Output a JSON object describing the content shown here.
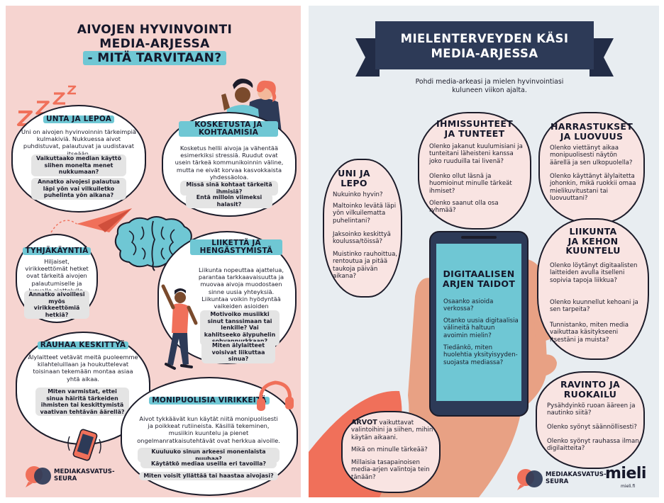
{
  "left": {
    "title": [
      "AIVOJEN HYVINVOINTI",
      "MEDIA-ARJESSA",
      "- MITÄ TARVITAAN?"
    ],
    "sections": {
      "sleep": {
        "heading": "UNTA JA LEPOA",
        "text": "Uni on aivojen hyvinvoinnin tärkeimpiä kulmakiviä. Nukkuessa aivot puhdistuvat, palautuvat ja uudistavat itseään.",
        "questions": [
          "Vaikuttaako median käyttö siihen monelta menet nukkumaan?",
          "Annatko aivojesi palautua läpi yön vai vilkuiletko puhelinta yön aikana?"
        ]
      },
      "touch": {
        "heading": "KOSKETUSTA JA KOHTAAMISIA",
        "text": "Kosketus hellii aivoja ja vähentää esimerkiksi stressiä. Ruudut ovat usein tärkeä kommunikoinnin väline, mutta ne eivät korvaa kasvokkaista yhdessäoloa.",
        "questions": [
          "Missä sinä kohtaat tärkeitä ihmisiä?",
          "Entä milloin viimeksi halasit?"
        ]
      },
      "idle": {
        "heading": "TYHJÄKÄYNTIÄ",
        "text": "Hiljaiset, virikkeettömät hetket ovat tärkeitä aivojen palautumiselle ja luovalle ajattelulle.",
        "questions": [
          "Annatko aivoillesi myös virikkeettömiä hetkiä?"
        ]
      },
      "move": {
        "heading": "LIIKETTÄ JA HENGÄSTYMISTÄ",
        "text": "Liikunta nopeuttaa ajattelua, parantaa tarkkaavaisuutta ja muovaa aivoja muodostaen sinne uusia yhteyksiä. Liikuntaa voikin hyödyntää vaikeiden asioiden opettelussa.",
        "questions": [
          "Motivoiko musiikki sinut tanssimaan tai lenkille? Vai kahlitseeko älypuhelin sohvannurkkaan?",
          "Miten älylaitteet voisivat liikuttaa sinua?"
        ]
      },
      "focus": {
        "heading": "RAUHAA KESKITTYÄ",
        "text": "Älylaitteet vetävät meitä puoleemme kilahteluillaan ja houkuttelevat toisinaan tekemään montaa asiaa yhtä aikaa.",
        "questions": [
          "Miten varmistat, ettei sinua häiritä tärkeiden ihmisten tai keskittymistä vaativan tehtävän äärellä?"
        ]
      },
      "variety": {
        "heading": "MONIPUOLISIA VIRIKKEITÄ",
        "text": "Aivot tykkäävät kun käytät niitä monipuolisesti ja poikkeat rutiineista. Käsillä tekeminen, musiikin kuuntelu ja pienet ongelmanratkaisutehtävät ovat herkkua aivoille.",
        "questions": [
          "Kuuluuko sinun arkeesi monenlaista puuhaa?",
          "Käytätkö mediaa useilla eri tavoilla?",
          "Miten voisit yllättää tai haastaa aivojasi?"
        ]
      }
    },
    "logo": [
      "MEDIAKASVATUS-",
      "SEURA"
    ]
  },
  "right": {
    "title": [
      "MIELENTERVEYDEN KÄSI",
      "MEDIA-ARJESSA"
    ],
    "intro": "Pohdi media-arkeasi ja mielen hyvinvointiasi kuluneen viikon ajalta.",
    "bubbles": {
      "sleep": {
        "heading": [
          "UNI JA",
          "LEPO"
        ],
        "questions": [
          "Nukuinko hyvin?",
          "Maltoinko levätä läpi yön vilkuilematta puhelintani?",
          "Jaksoinko keskittyä koulussa/töissä?",
          "Muistinko rauhoittua, rentoutua ja pitää taukoja päivän aikana?"
        ]
      },
      "relations": {
        "heading": [
          "IHMISSUHTEET",
          "JA TUNTEET"
        ],
        "questions": [
          "Olenko jakanut kuulumisiani ja tunteitani läheisteni kanssa joko ruuduilla tai livenä?",
          "Olenko ollut läsnä ja huomioinut minulle tärkeät ihmiset?",
          "Olenko saanut olla osa ryhmää?"
        ]
      },
      "hobbies": {
        "heading": [
          "HARRASTUKSET",
          "JA LUOVUUS"
        ],
        "questions": [
          "Olenko viettänyt aikaa monipuolisesti näytön äärellä ja sen ulkopuolella?",
          "Olenko käyttänyt älylaitetta johonkin, mikä ruokkii omaa mielikuvitustani tai luovuuttani?"
        ]
      },
      "exercise": {
        "heading": [
          "LIIKUNTA",
          "JA KEHON",
          "KUUNTELU"
        ],
        "questions": [
          "Olenko löytänyt digitaalisten laitteiden avulla itselleni sopivia tapoja liikkua?",
          "Olenko kuunnellut kehoani ja sen tarpeita?",
          "Tunnistanko, miten media vaikuttaa käsitykseeni itsestäni ja muista?"
        ]
      },
      "nutrition": {
        "heading": [
          "RAVINTO JA",
          "RUOKAILU"
        ],
        "questions": [
          "Pysähdyinkö ruoan ääreen ja nautinko siitä?",
          "Olenko syönyt säännöllisesti?",
          "Olenko syönyt rauhassa ilman digilaitteita?"
        ]
      },
      "values": {
        "lead": "ARVOT",
        "lead_rest": " vaikuttavat valintoihini ja siihen, mihin käytän aikaani.",
        "questions": [
          "Mikä on minulle tärkeää?",
          "Millaisia tasapainoisen media-arjen valintoja tein tänään?"
        ]
      }
    },
    "phone": {
      "heading": [
        "DIGITAALISEN",
        "ARJEN TAIDOT"
      ],
      "questions": [
        "Osaanko asioida verkossa?",
        "Otanko uusia digitaalisia välineitä haltuun avoimin mielin?",
        "Tiedänkö, miten huolehtia yksityisyyden-suojasta mediassa?"
      ]
    },
    "logo": [
      "MEDIAKASVATUS-",
      "SEURA"
    ],
    "mieli": "mieli",
    "mieli_url": "mieli.fi"
  },
  "colors": {
    "teal": "#6fc7d4",
    "coral": "#f0705a",
    "navy": "#2d3a57",
    "pink_bg": "#f6d4d0",
    "grey_bg": "#e8edf1"
  },
  "icons": [
    "zzz-icon",
    "paper-plane-icon",
    "brain-icon",
    "headphones-icon",
    "phone-icon",
    "hand-icon",
    "ribbon-icon",
    "speech-bubbles-logo-icon"
  ]
}
